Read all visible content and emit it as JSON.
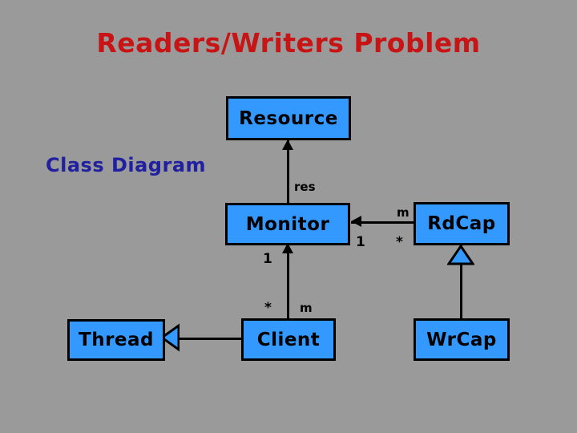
{
  "slide": {
    "title": "Readers/Writers Problem",
    "subtitle": "Class Diagram",
    "background_color": "#9a9a9a",
    "title_color": "#c81414",
    "subtitle_color": "#2020a0",
    "box_fill_color": "#3399ff",
    "box_border_color": "#000000",
    "line_color": "#000000"
  },
  "classes": [
    {
      "id": "resource",
      "label": "Resource"
    },
    {
      "id": "monitor",
      "label": "Monitor"
    },
    {
      "id": "rdcap",
      "label": "RdCap"
    },
    {
      "id": "thread",
      "label": "Thread"
    },
    {
      "id": "client",
      "label": "Client"
    },
    {
      "id": "wrcap",
      "label": "WrCap"
    }
  ],
  "labels": {
    "res": "res",
    "monitor_bottom_one": "1",
    "client_top_star": "*",
    "client_top_m": "m",
    "monitor_right_one": "1",
    "rdcap_left_m": "m",
    "rdcap_left_star": "*"
  },
  "connectors": [
    {
      "id": "monitor-to-resource",
      "from": "monitor",
      "to": "resource",
      "arrow": "open-arrow-up",
      "role": "res"
    },
    {
      "id": "client-to-monitor",
      "from": "client",
      "to": "monitor",
      "arrow": "open-arrow-up",
      "source_mult": "m",
      "target_mult": "1"
    },
    {
      "id": "rdcap-to-monitor",
      "from": "rdcap",
      "to": "monitor",
      "arrow": "open-arrow-left",
      "source_mult": "m",
      "target_mult": "1"
    },
    {
      "id": "client-to-thread",
      "from": "client",
      "to": "thread",
      "arrow": "generalization-triangle-left"
    },
    {
      "id": "wrcap-to-rdcap",
      "from": "wrcap",
      "to": "rdcap",
      "arrow": "generalization-triangle-up"
    }
  ]
}
